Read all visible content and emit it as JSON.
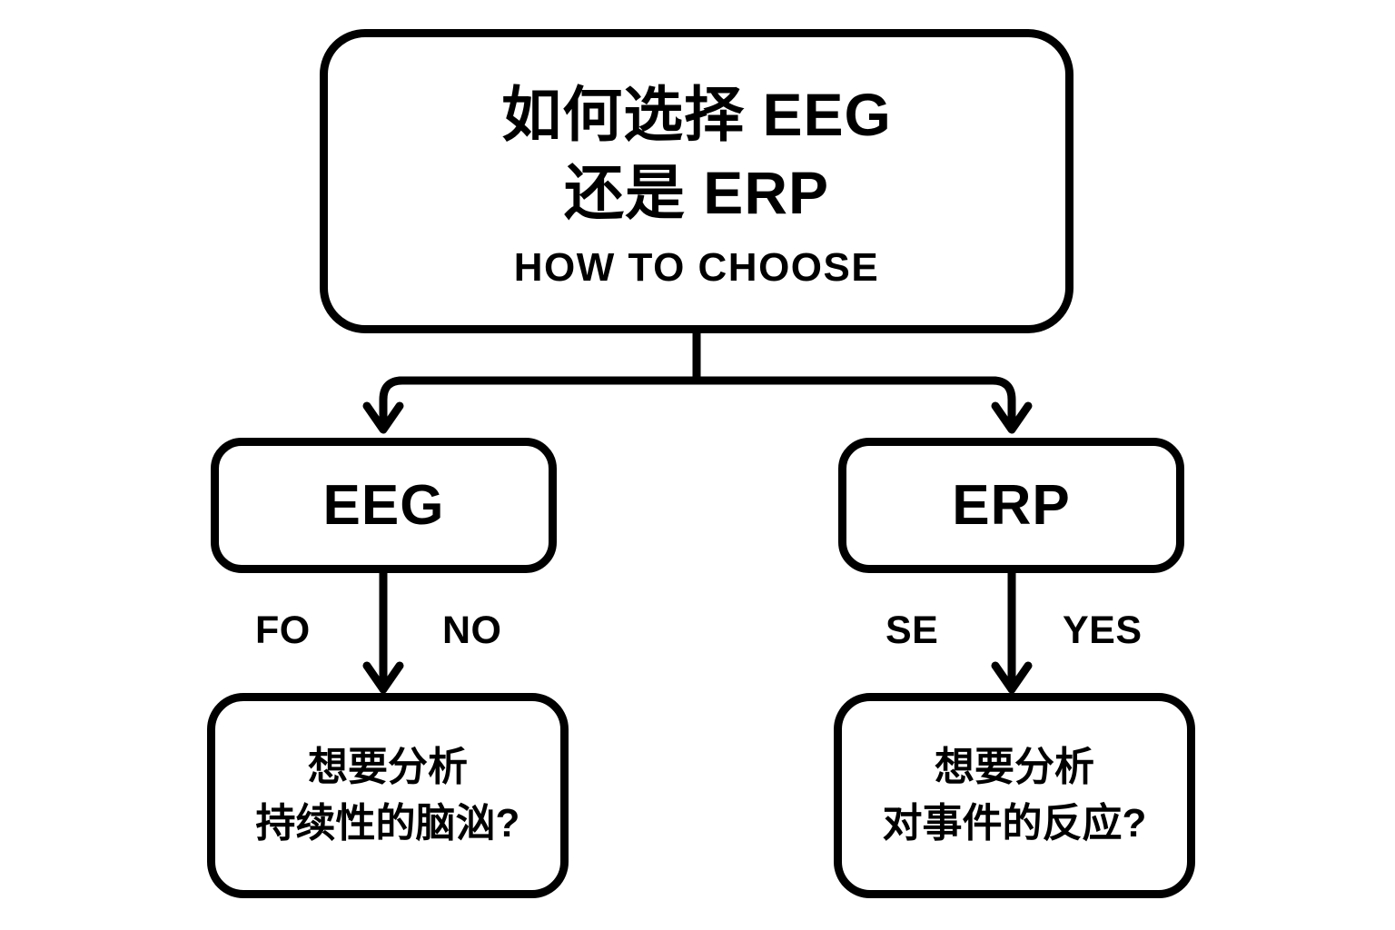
{
  "diagram": {
    "type": "flowchart",
    "background_color": "#ffffff",
    "stroke_color": "#000000",
    "title_node": {
      "line1": "如何选择 EEG",
      "line2": "还是 ERP",
      "subtitle": "HOW TO CHOOSE"
    },
    "branches": [
      {
        "id": "eeg",
        "label": "EEG",
        "edge_label_left": "FO",
        "edge_label_right": "NO",
        "question_line1": "想要分析",
        "question_line2": "持续性的脑汹?"
      },
      {
        "id": "erp",
        "label": "ERP",
        "edge_label_left": "SE",
        "edge_label_right": "YES",
        "question_line1": "想要分析",
        "question_line2": "对事件的反应?"
      }
    ]
  }
}
